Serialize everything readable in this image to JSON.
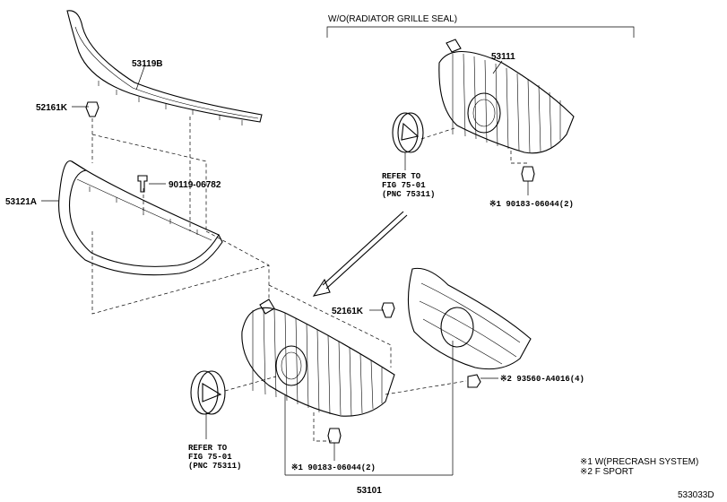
{
  "labels": {
    "p53119b": "53119B",
    "p52161k_a": "52161K",
    "p52161k_b": "52161K",
    "p90119": "90119-06782",
    "p53121a": "53121A",
    "p53111": "53111",
    "p90183_a": "※1 90183-06044(2)",
    "p90183_b": "※1 90183-06044(2)",
    "p93560": "※2 93560-A4016(4)",
    "p53101": "53101",
    "header_wo": "W/O(RADIATOR GRILLE SEAL)",
    "diagram_id": "533033D"
  },
  "refer_top": {
    "l1": "REFER TO",
    "l2": "FIG 75-01",
    "l3": "(PNC 75311)"
  },
  "refer_bottom": {
    "l1": "REFER TO",
    "l2": "FIG 75-01",
    "l3": "(PNC 75311)"
  },
  "notes": {
    "n1": "※1 W(PRECRASH SYSTEM)",
    "n2": "※2 F SPORT"
  }
}
